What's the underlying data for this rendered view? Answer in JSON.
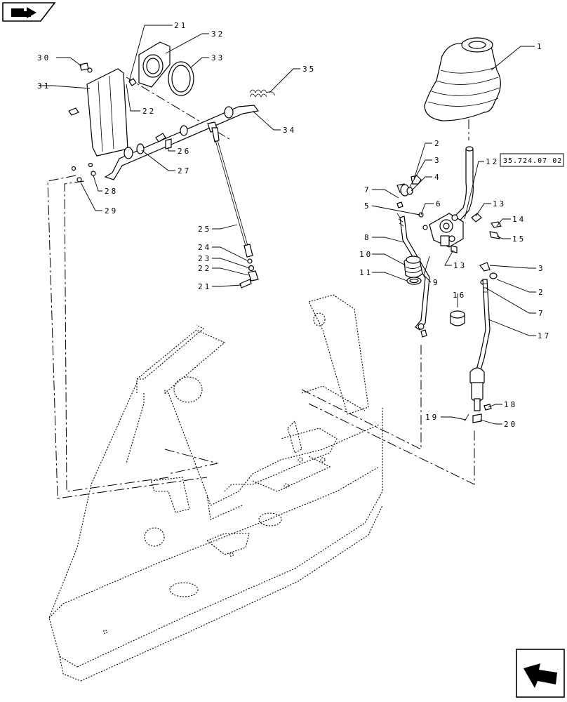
{
  "reference_box": "35.724.07 02",
  "callouts": [
    "1",
    "2",
    "3",
    "4",
    "5",
    "6",
    "7",
    "8",
    "9",
    "10",
    "11",
    "12",
    "13",
    "13",
    "14",
    "15",
    "16",
    "17",
    "18",
    "19",
    "20",
    "21",
    "21",
    "22",
    "22",
    "23",
    "24",
    "25",
    "26",
    "27",
    "28",
    "29",
    "30",
    "31",
    "32",
    "33",
    "34",
    "35",
    "3",
    "2",
    "7"
  ],
  "icons": {
    "top_left": "book-navigation-icon",
    "bottom_right": "next-page-arrow-icon"
  }
}
